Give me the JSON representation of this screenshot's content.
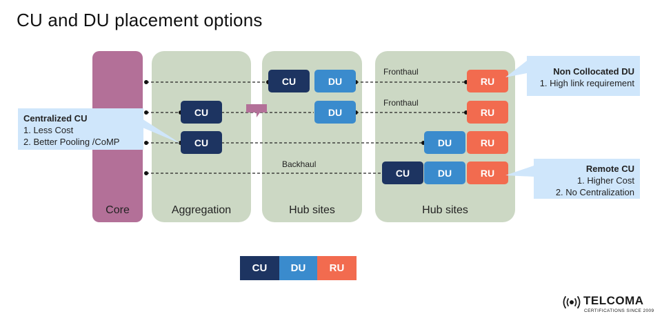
{
  "title": "CU and DU placement options",
  "columns": {
    "core": "Core",
    "aggregation": "Aggregation",
    "hub1": "Hub sites",
    "hub2": "Hub sites"
  },
  "units": {
    "cu": "CU",
    "du": "DU",
    "ru": "RU"
  },
  "links": {
    "fronthaul_1": "Fronthaul",
    "fronthaul_2": "Fronthaul",
    "backhaul": "Backhaul"
  },
  "callouts": {
    "centralized": {
      "heading": "Centralized CU",
      "lines": [
        "1. Less Cost",
        "2. Better Pooling /CoMP"
      ]
    },
    "non_collocated": {
      "heading": "Non Collocated DU",
      "lines": [
        "1. High link requirement"
      ]
    },
    "remote": {
      "heading": "Remote CU",
      "lines": [
        "1. Higher Cost",
        "2. No Centralization"
      ]
    }
  },
  "legend": {
    "cu": "CU",
    "du": "DU",
    "ru": "RU"
  },
  "logo": {
    "name": "TELCOMA",
    "tagline": "CERTIFICATIONS SINCE 2009"
  },
  "colors": {
    "cu": "#1d3461",
    "du": "#3a8bcd",
    "ru": "#f26b4f",
    "core": "#b37098",
    "panel": "#ccd8c4",
    "callout": "#cfe6fb"
  }
}
